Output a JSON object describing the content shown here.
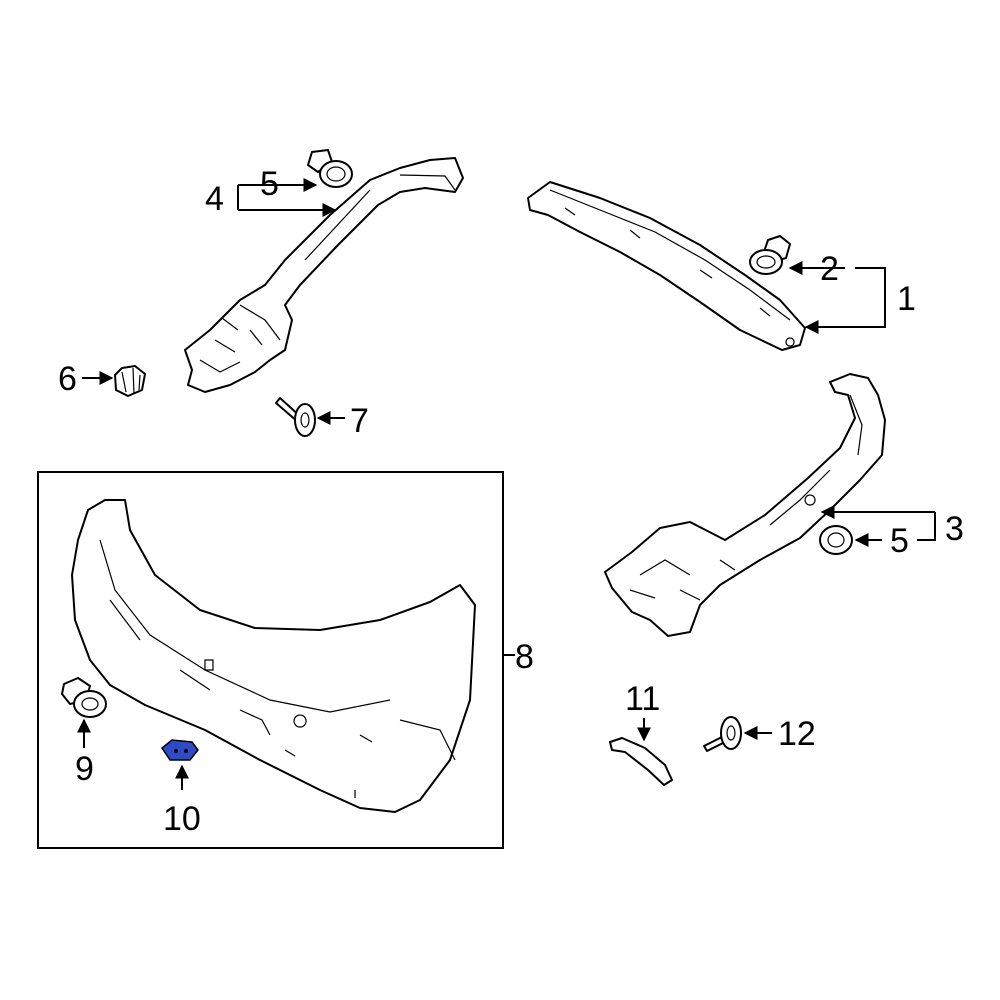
{
  "colors": {
    "line": "#000000",
    "background": "#ffffff",
    "highlight": "#2e4bc6"
  },
  "callouts": {
    "c1": "1",
    "c2": "2",
    "c3": "3",
    "c4": "4",
    "c5_top": "5",
    "c5_right": "5",
    "c6": "6",
    "c7": "7",
    "c8": "8",
    "c9": "9",
    "c10": "10",
    "c11": "11",
    "c12": "12"
  },
  "highlighted_part": "10"
}
